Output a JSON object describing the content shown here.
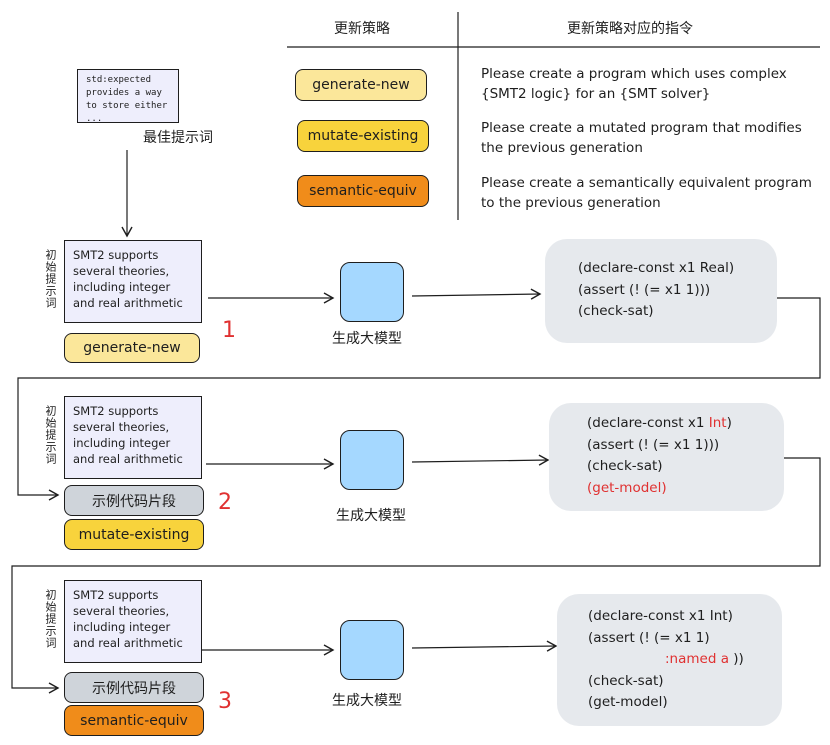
{
  "table": {
    "col1_header": "更新策略",
    "col2_header": "更新策略对应的指令",
    "rows": [
      {
        "strategy": "generate-new",
        "instruction": "Please create a program which uses complex {SMT2 logic} for an {SMT solver}"
      },
      {
        "strategy": "mutate-existing",
        "instruction": "Please create a mutated program that modifies the previous generation"
      },
      {
        "strategy": "semantic-equiv",
        "instruction": "Please create a semantically equivalent program to the previous generation"
      }
    ]
  },
  "best_prompt": {
    "text": "std:expected provides a way to store either ...",
    "label": "最佳提示词"
  },
  "initial_prompt_label": "初始提示词",
  "initial_prompt_text": "SMT2 supports several theories, including integer and real arithmetic",
  "snippet_label": "示例代码片段",
  "llm_label": "生成大模型",
  "steps": [
    {
      "number": "1",
      "strategy": "generate-new",
      "code": [
        "(declare-const x1 Real)",
        "(assert (! (= x1 1)))",
        "(check-sat)"
      ]
    },
    {
      "number": "2",
      "strategy": "mutate-existing",
      "code": [
        "(declare-const x1 ",
        "Int",
        ")",
        "(assert (! (= x1 1)))",
        "(check-sat)",
        "(get-model)"
      ]
    },
    {
      "number": "3",
      "strategy": "semantic-equiv",
      "code": [
        "(declare-const x1 Int)",
        "(assert (! (= x1 1)",
        ":named a",
        "))",
        "(check-sat)",
        "(get-model)"
      ]
    }
  ],
  "colors": {
    "generate_new": "#fbe79a",
    "mutate_existing": "#f8d33c",
    "semantic_equiv": "#f08c1a",
    "llm": "#a5d8ff",
    "prompt_box": "#eeeefc",
    "code_box": "#e6e9ed",
    "highlight": "#e03131"
  }
}
